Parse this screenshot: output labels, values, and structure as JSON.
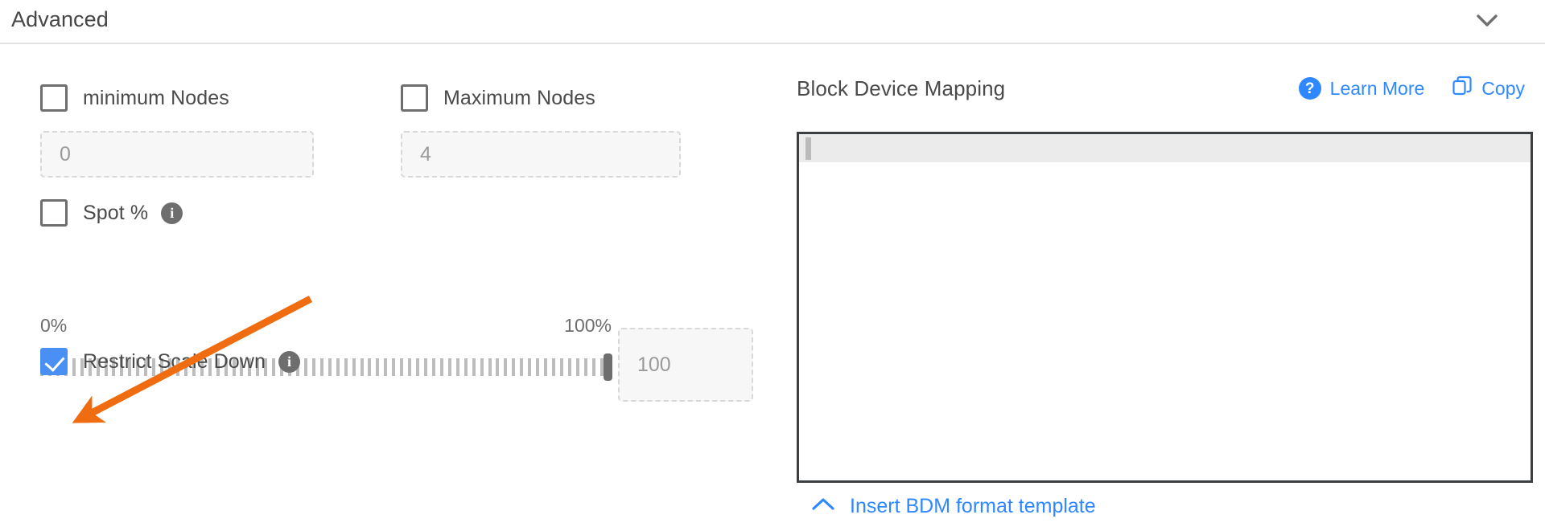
{
  "section": {
    "title": "Advanced",
    "collapse_icon": "chevron-down-icon"
  },
  "left": {
    "min_nodes": {
      "label": "minimum Nodes",
      "checked": false,
      "input_placeholder": "0",
      "input_value": ""
    },
    "max_nodes": {
      "label": "Maximum Nodes",
      "checked": false,
      "input_placeholder": "4",
      "input_value": ""
    },
    "spot_pct": {
      "label": "Spot %",
      "checked": false,
      "info_icon": "info-icon",
      "info_glyph": "i"
    },
    "slider": {
      "min_label": "0%",
      "max_label": "100%",
      "value": 100,
      "tick_count": 72,
      "value_input_placeholder": "100",
      "value_input_value": ""
    },
    "restrict_scale_down": {
      "label": "Restrict Scale Down",
      "checked": true,
      "info_icon": "info-icon",
      "info_glyph": "i"
    }
  },
  "right": {
    "title": "Block Device Mapping",
    "learn_more": {
      "label": "Learn More",
      "icon": "question-circle-icon",
      "icon_glyph": "?"
    },
    "copy": {
      "label": "Copy",
      "icon": "copy-icon"
    },
    "editor": {
      "value": "",
      "placeholder": ""
    },
    "insert_template": {
      "label": "Insert BDM format template",
      "icon": "chevron-up-icon"
    }
  },
  "annotation": {
    "color": "#ef6c10",
    "type": "arrow",
    "points_to": "restrict-scale-down-checkbox"
  },
  "colors": {
    "accent_blue": "#2f88ff",
    "checkbox_blue": "#4a90f4",
    "annotation_orange": "#ef6c10",
    "text_gray": "#4a4a4a",
    "border_gray": "#6e6e6e"
  }
}
